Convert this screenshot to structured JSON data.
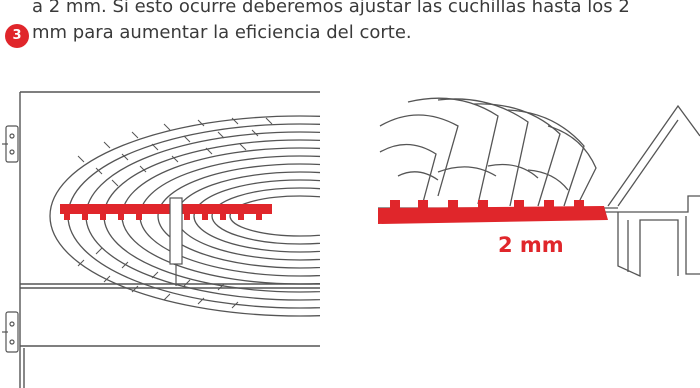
{
  "step": {
    "number": "3",
    "line1": "a 2 mm. Si esto ocurre deberemos ajustar las cuchillas hasta los 2",
    "line2": "mm para aumentar la eficiencia del corte."
  },
  "figure_right": {
    "measurement_label": "2 mm"
  },
  "colors": {
    "accent": "#e0262b",
    "line": "#4a4a4a"
  }
}
